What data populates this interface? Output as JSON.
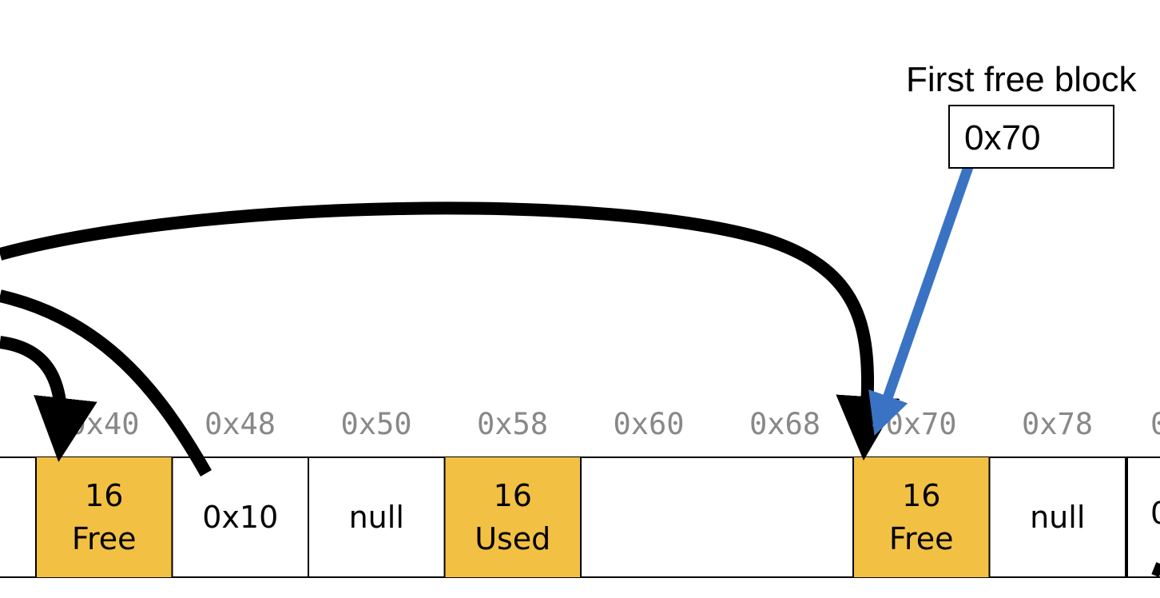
{
  "first_free_label": "First free block",
  "first_free_value": "0x70",
  "addresses": [
    "0x40",
    "0x48",
    "0x50",
    "0x58",
    "0x60",
    "0x68",
    "0x70",
    "0x78"
  ],
  "cells": [
    {
      "lines": [
        "16",
        "Free"
      ],
      "state": "yellow"
    },
    {
      "lines": [
        "0x10"
      ],
      "state": "white"
    },
    {
      "lines": [
        "null"
      ],
      "state": "white"
    },
    {
      "lines": [
        "16",
        "Used"
      ],
      "state": "yellow"
    },
    {
      "lines": [],
      "state": "white"
    },
    {
      "lines": [],
      "state": "white"
    },
    {
      "lines": [
        "16",
        "Free"
      ],
      "state": "yellow"
    },
    {
      "lines": [
        "null"
      ],
      "state": "white"
    }
  ],
  "colors": {
    "block_fill": "#f2c143",
    "address_text": "#888888",
    "pointer_arrow": "#000000",
    "head_arrow": "#3a73c4"
  }
}
